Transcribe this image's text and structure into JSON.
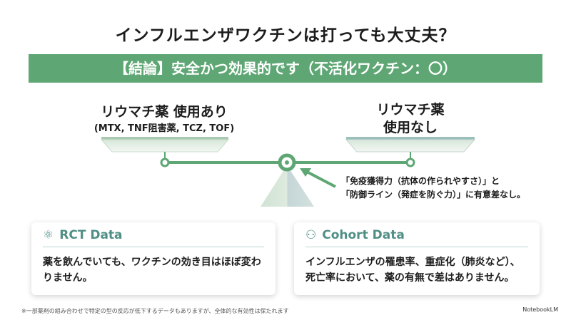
{
  "title": "インフルエンザワクチンは打っても大丈夫？",
  "banner": "【結論】安全かつ効果的です（不活化ワクチン：〇）",
  "left": {
    "label": "リウマチ薬 使用あり",
    "sub": "(MTX, TNF阻害薬, TCZ, TOF)"
  },
  "right": {
    "label1": "リウマチ薬",
    "label2": "使用なし"
  },
  "note": {
    "line1": "「免疫獲得力（抗体の作られやすさ）」と",
    "line2": "「防御ライン（発症を防ぐ力）」に有意差なし。"
  },
  "cards": [
    {
      "title": "RCT Data",
      "icon": "molecule-network-icon",
      "body": "薬を飲んでいても、ワクチンの効き目はほぼ変わりません。"
    },
    {
      "title": "Cohort Data",
      "icon": "people-chart-icon",
      "body": "インフルエンザの罹患率、重症化（肺炎など）、死亡率において、薬の有無で差はありません。"
    }
  ],
  "footnote": "※一部薬剤の組み合わせで特定の型の反応が低下するデータもありますが、全体的な有効性は保たれます",
  "brand": "NotebookLM",
  "colors": {
    "green": "#5ea774",
    "teal": "#4f8f86"
  }
}
